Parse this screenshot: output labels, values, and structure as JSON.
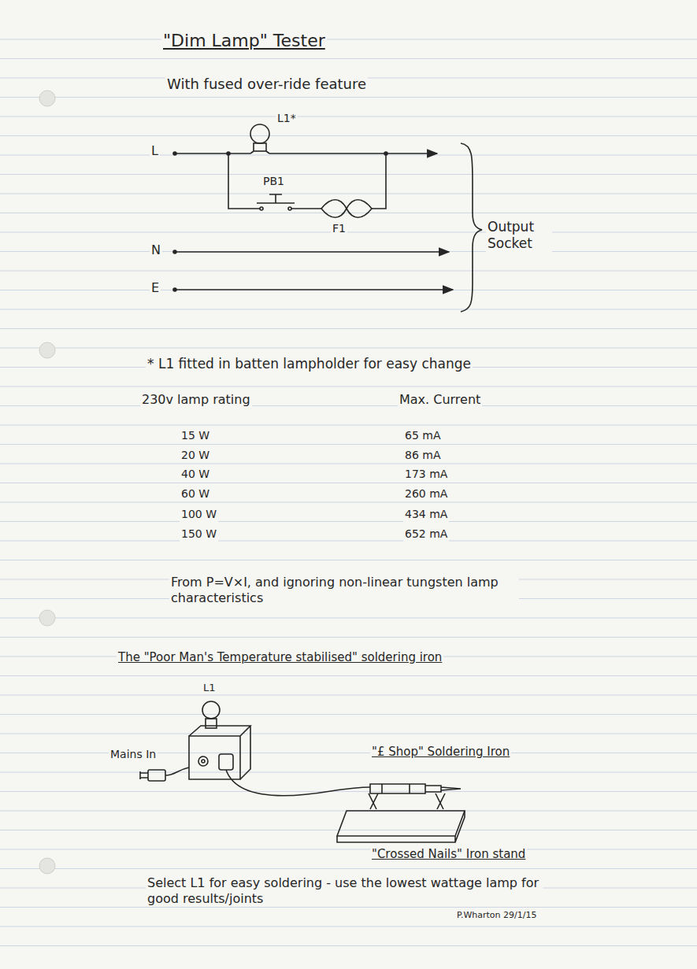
{
  "diagram": {
    "title": "\"Dim Lamp\" Tester",
    "labels": [
      "With fused over-ride feature",
      "L",
      "L1*",
      "PB1",
      "F1",
      "N",
      "E",
      "Output Socket",
      "* L1 fitted in batten lampholder for easy change",
      "230v lamp rating",
      "Max. Current",
      "15 W",
      "65 mA",
      "20 W",
      "86 mA",
      "40 W",
      "173 mA",
      "60 W",
      "260 mA",
      "100 W",
      "434 mA",
      "150 W",
      "652 mA",
      "From P=V×I, and ignoring non-linear tungsten lamp characteristics",
      "The \"Poor Man's Temperature stabilised\" soldering iron",
      "L1",
      "Mains In",
      "\"£ Shop\" Soldering Iron",
      "\"Crossed Nails\" Iron stand",
      "Select L1 for easy soldering - use the lowest wattage lamp for good results/joints",
      "P.Wharton 29/1/15"
    ]
  }
}
